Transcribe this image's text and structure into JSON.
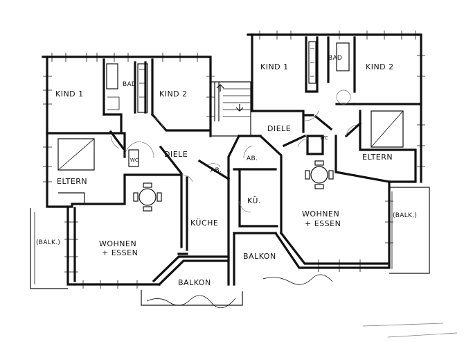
{
  "diagram": {
    "labels": {
      "kind1_left": "KIND 1",
      "kind2_left": "KIND 2",
      "bad_left": "BAD",
      "diele_left": "DIELE",
      "wc_left": "WC",
      "ab_left": "AB.",
      "eltern_left": "ELTERN",
      "kueche_left": "KÜCHE",
      "wohnen_left_1": "WOHNEN",
      "wohnen_left_2": "+ ESSEN",
      "balk_left": "(BALK.)",
      "balkon_left": "BALKON",
      "kind1_right": "KIND 1",
      "kind2_right": "KIND 2",
      "bad_right": "BAD",
      "diele_right": "DIELE",
      "wc_right": "WC",
      "ab_right": "AB.",
      "eltern_right": "ELTERN",
      "kue_right": "KÜ.",
      "wohnen_right_1": "WOHNEN",
      "wohnen_right_2": "+ ESSEN",
      "balk_right": "(BALK.)",
      "balkon_right": "BALKON"
    }
  }
}
